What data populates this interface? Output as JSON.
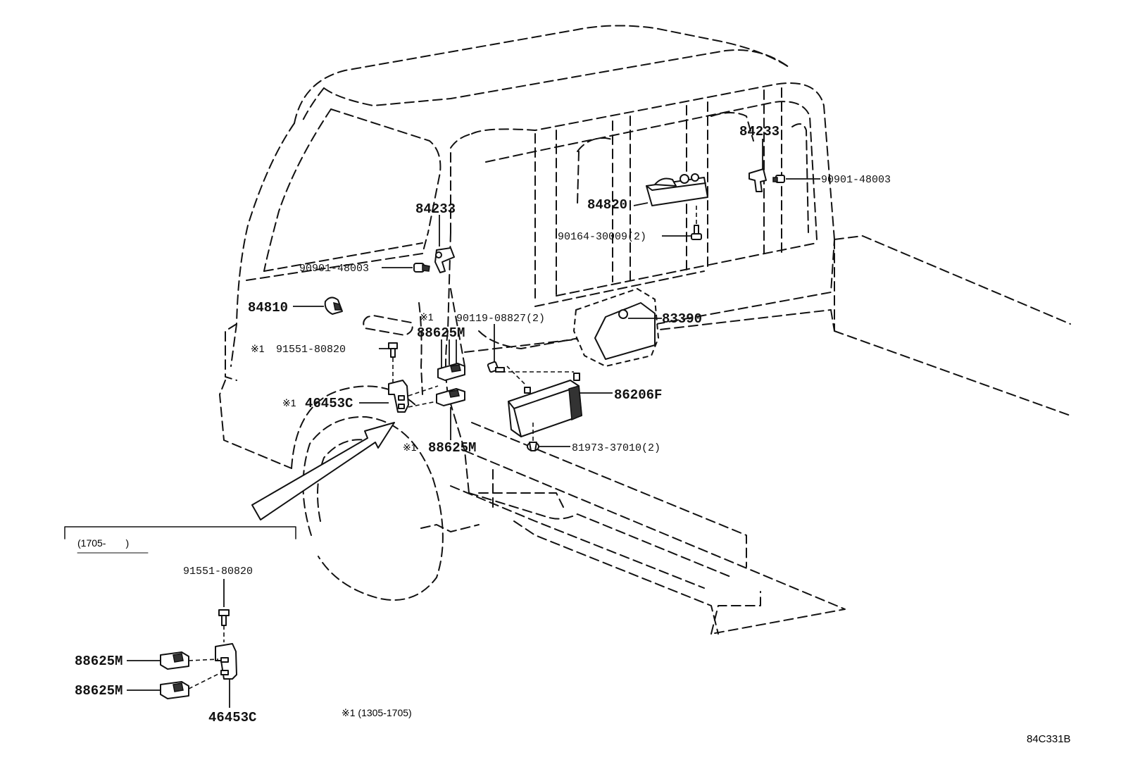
{
  "labels": {
    "p84233_front": "84233",
    "p90901_front": "90901-48003",
    "p84810": "84810",
    "mark_top_1": "※1",
    "p88625M_top": "88625M",
    "mark_91551": "※1",
    "p91551_main": "91551-80820",
    "mark_46453": "※1",
    "p46453C_main": "46453C",
    "mark_88625_bottom": "※1",
    "p88625M_bottom": "88625M",
    "p90119": "90119-08827(2)",
    "p86206F": "86206F",
    "p81973": "81973-37010(2)",
    "p84233_rear": "84233",
    "p90901_rear": "90901-48003",
    "p84820": "84820",
    "p90164": "90164-30009(2)",
    "p83390": "83390"
  },
  "inset": {
    "range": "(1705-　　)",
    "p91551": "91551-80820",
    "p88625M_a": "88625M",
    "p88625M_b": "88625M",
    "p46453C": "46453C"
  },
  "footnote": "※1 (1305-1705)",
  "diagram_code": "84C331B"
}
